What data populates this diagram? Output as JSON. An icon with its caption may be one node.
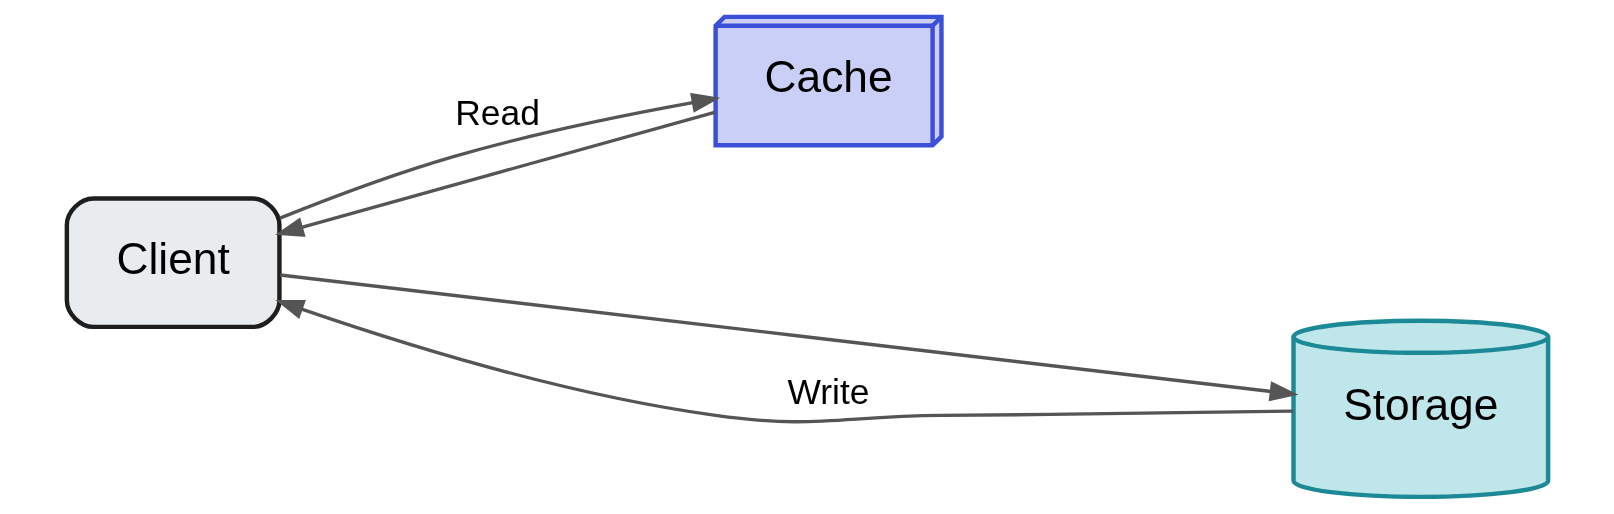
{
  "diagram": {
    "nodes": [
      {
        "text": [
          "Client"
        ]
      },
      {
        "text": [
          "Cache"
        ]
      },
      {
        "text": [
          "Storage"
        ]
      }
    ],
    "edges": [
      {
        "from": 0,
        "to": 1,
        "arrow": "to",
        "label": "Read"
      },
      {
        "from": 1,
        "to": 0,
        "arrow": "to"
      },
      {
        "from": 0,
        "to": 2,
        "arrow": "to"
      },
      {
        "from": 2,
        "to": 0,
        "arrow": "to",
        "label": "Write"
      }
    ]
  }
}
